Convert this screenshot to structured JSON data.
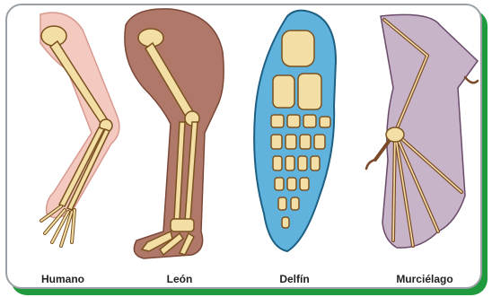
{
  "labels": {
    "human": "Humano",
    "lion": "León",
    "dolphin": "Delfín",
    "bat": "Murciélago"
  },
  "colors": {
    "bone": "#f3dea6",
    "bone_outline": "#7a5220",
    "human_skin": "#f4c9c0",
    "lion_skin": "#b07868",
    "dolphin_skin": "#5fb3dc",
    "bat_membrane": "#c8b4c8",
    "frame_border": "#9aa0a6",
    "frame_shadow": "#1f9a3c"
  }
}
